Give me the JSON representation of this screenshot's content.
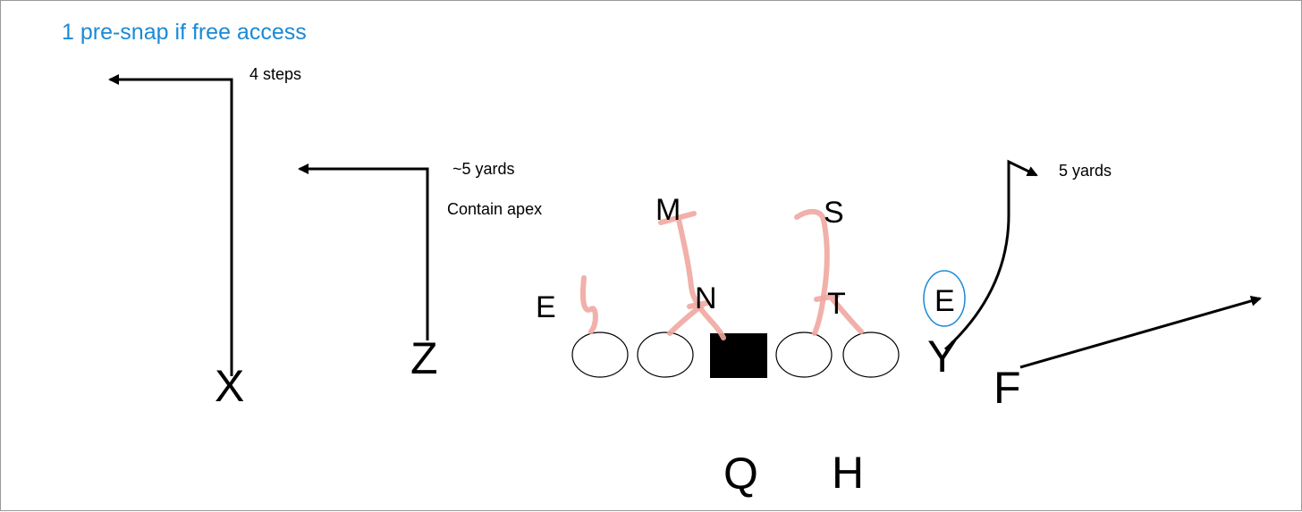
{
  "title": "1 pre-snap if free access",
  "colors": {
    "title": "#1a8ad6",
    "defense_marks": "#f0a7a0",
    "highlight": "#1a8ad6"
  },
  "annotations": {
    "x_route": "4 steps",
    "z_route": "~5 yards",
    "z_note": "Contain apex",
    "y_route": "5 yards"
  },
  "offense": {
    "x": "X",
    "z": "Z",
    "y": "Y",
    "f": "F",
    "q": "Q",
    "h": "H"
  },
  "defense": {
    "e_left": "E",
    "n": "N",
    "t": "T",
    "m": "M",
    "s": "S",
    "e_right": "E"
  }
}
